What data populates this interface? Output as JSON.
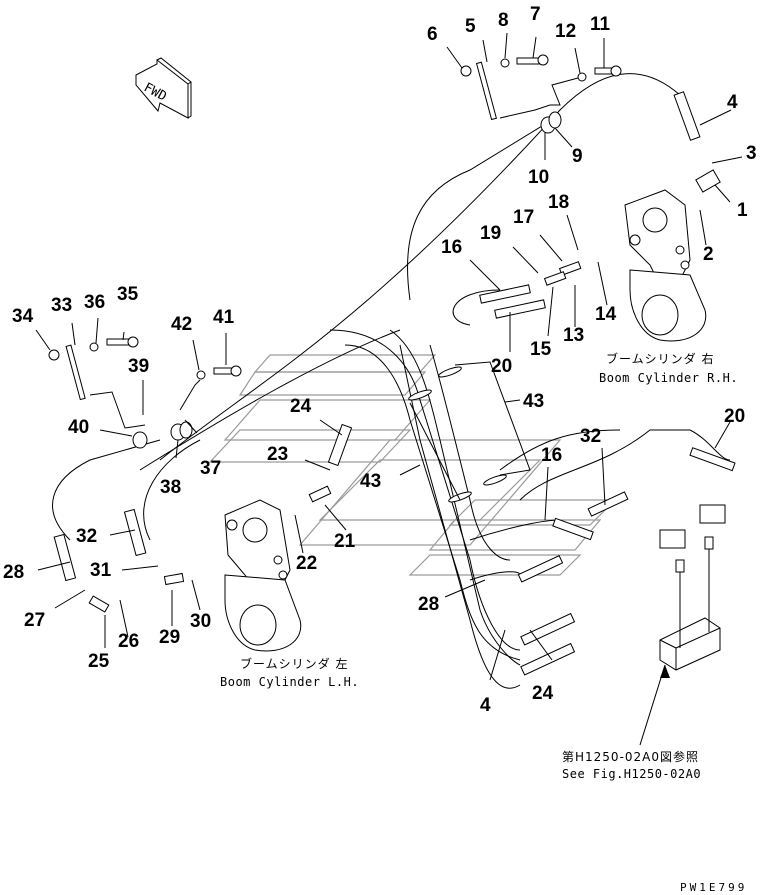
{
  "diagram": {
    "direction_marker": "FWD",
    "drawing_code": "PW1E799",
    "callouts": [
      {
        "id": "c1",
        "label": "1"
      },
      {
        "id": "c2",
        "label": "2"
      },
      {
        "id": "c3",
        "label": "3"
      },
      {
        "id": "c4a",
        "label": "4"
      },
      {
        "id": "c4b",
        "label": "4"
      },
      {
        "id": "c5",
        "label": "5"
      },
      {
        "id": "c6",
        "label": "6"
      },
      {
        "id": "c7",
        "label": "7"
      },
      {
        "id": "c8",
        "label": "8"
      },
      {
        "id": "c9",
        "label": "9"
      },
      {
        "id": "c10",
        "label": "10"
      },
      {
        "id": "c11",
        "label": "11"
      },
      {
        "id": "c12",
        "label": "12"
      },
      {
        "id": "c13",
        "label": "13"
      },
      {
        "id": "c14",
        "label": "14"
      },
      {
        "id": "c15",
        "label": "15"
      },
      {
        "id": "c16a",
        "label": "16"
      },
      {
        "id": "c16b",
        "label": "16"
      },
      {
        "id": "c17",
        "label": "17"
      },
      {
        "id": "c18",
        "label": "18"
      },
      {
        "id": "c19",
        "label": "19"
      },
      {
        "id": "c20a",
        "label": "20"
      },
      {
        "id": "c20b",
        "label": "20"
      },
      {
        "id": "c21",
        "label": "21"
      },
      {
        "id": "c22",
        "label": "22"
      },
      {
        "id": "c23",
        "label": "23"
      },
      {
        "id": "c24a",
        "label": "24"
      },
      {
        "id": "c24b",
        "label": "24"
      },
      {
        "id": "c25",
        "label": "25"
      },
      {
        "id": "c26",
        "label": "26"
      },
      {
        "id": "c27",
        "label": "27"
      },
      {
        "id": "c28a",
        "label": "28"
      },
      {
        "id": "c28b",
        "label": "28"
      },
      {
        "id": "c29",
        "label": "29"
      },
      {
        "id": "c30",
        "label": "30"
      },
      {
        "id": "c31",
        "label": "31"
      },
      {
        "id": "c32a",
        "label": "32"
      },
      {
        "id": "c32b",
        "label": "32"
      },
      {
        "id": "c33",
        "label": "33"
      },
      {
        "id": "c34",
        "label": "34"
      },
      {
        "id": "c35",
        "label": "35"
      },
      {
        "id": "c36",
        "label": "36"
      },
      {
        "id": "c37",
        "label": "37"
      },
      {
        "id": "c38",
        "label": "38"
      },
      {
        "id": "c39",
        "label": "39"
      },
      {
        "id": "c40",
        "label": "40"
      },
      {
        "id": "c41",
        "label": "41"
      },
      {
        "id": "c42",
        "label": "42"
      },
      {
        "id": "c43a",
        "label": "43"
      },
      {
        "id": "c43b",
        "label": "43"
      }
    ],
    "captions": {
      "boom_rh_jp": "ブームシリンダ 右",
      "boom_rh_en": "Boom Cylinder R.H.",
      "boom_lh_jp": "ブームシリンダ 左",
      "boom_lh_en": "Boom Cylinder L.H.",
      "ref_jp": "第H1250-02A0図参照",
      "ref_en": "See Fig.H1250-02A0"
    }
  }
}
